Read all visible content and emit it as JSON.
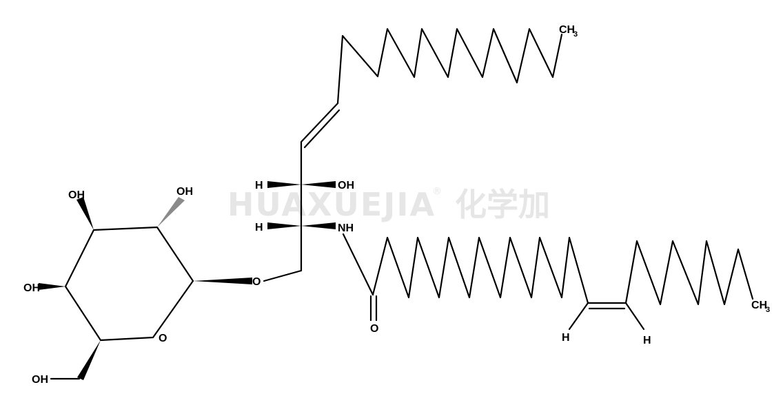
{
  "watermark": {
    "latin": "HUAXUEJIA",
    "registered": "®",
    "cjk": "化学加"
  },
  "atoms": {
    "ch3_top": "CH",
    "ch3_top_sub": "3",
    "oh_diol": "OH",
    "h_diol": "H",
    "nh": "NH",
    "h_nh": "H",
    "o_glyco": "O",
    "o_ring": "O",
    "o_carbonyl": "O",
    "oh_sugar_top_left": "OH",
    "oh_sugar_top_right": "OH",
    "oh_sugar_left": "OH",
    "oh_sugar_ch2": "OH",
    "ch3_right": "CH",
    "ch3_right_sub": "3",
    "h_alkene_left": "H",
    "h_alkene_right": "H"
  },
  "colors": {
    "ink": "#000000",
    "watermark": "#e6e6e6",
    "background": "#ffffff"
  }
}
